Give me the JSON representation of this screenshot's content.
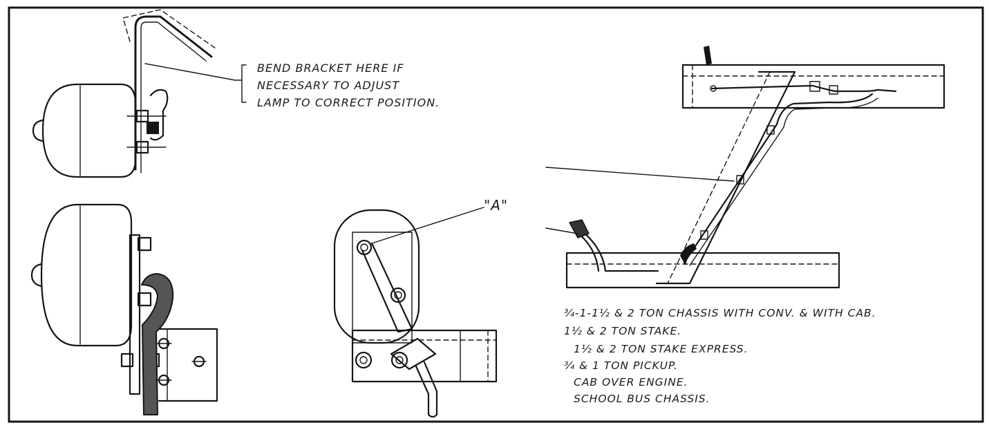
{
  "annotations": {
    "bend_bracket": [
      "BEND BRACKET HERE IF",
      "NECESSARY TO ADJUST",
      "LAMP TO CORRECT POSITION."
    ],
    "point_a": "\"A\""
  },
  "applicability": [
    "¾-1-1½ & 2 TON CHASSIS WITH CONV. & WITH CAB.",
    "1½ & 2 TON STAKE.",
    "1½ & 2 TON STAKE EXPRESS.",
    "¾ & 1 TON PICKUP.",
    "CAB OVER ENGINE.",
    "SCHOOL BUS CHASSIS."
  ],
  "icons": {
    "lamp_side_view": "lamp-side-view-icon",
    "lamp_bracket_view": "lamp-bracket-view-icon",
    "lamp_rear_view": "lamp-rear-view-icon",
    "wiring_harness": "wiring-harness-icon"
  }
}
